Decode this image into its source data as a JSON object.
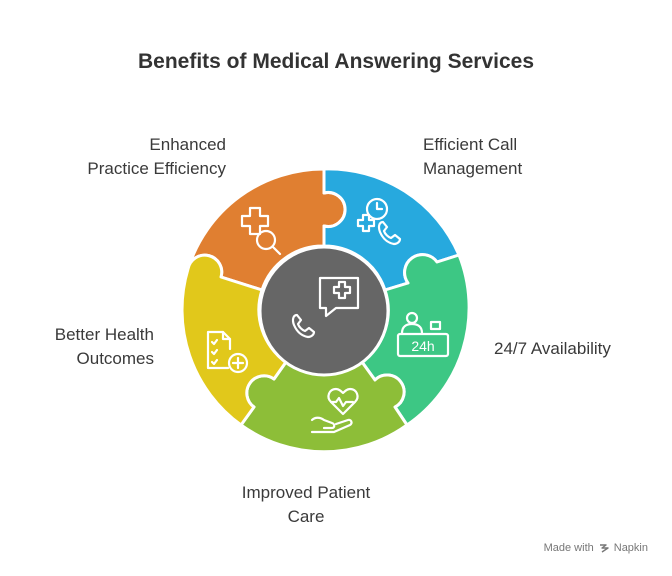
{
  "title": "Benefits of Medical Answering Services",
  "segments": [
    {
      "lines": [
        "Enhanced",
        "Practice Efficiency"
      ],
      "color": "#E07F31",
      "icon": "medical-search-icon"
    },
    {
      "lines": [
        "Efficient Call",
        "Management"
      ],
      "color": "#27A9DE",
      "icon": "clock-phone-icon"
    },
    {
      "lines": [
        "24/7 Availability"
      ],
      "color": "#3DC784",
      "icon": "reception-24h-icon"
    },
    {
      "lines": [
        "Improved Patient",
        "Care"
      ],
      "color": "#8DBE38",
      "icon": "heart-hand-icon"
    },
    {
      "lines": [
        "Better Health",
        "Outcomes"
      ],
      "color": "#E1C81B",
      "icon": "checklist-plus-icon"
    }
  ],
  "center": {
    "color": "#666666",
    "icon": "phone-medical-chat-icon",
    "badge_text": "24h"
  },
  "footer": {
    "text": "Made with",
    "brand": "Napkin"
  }
}
